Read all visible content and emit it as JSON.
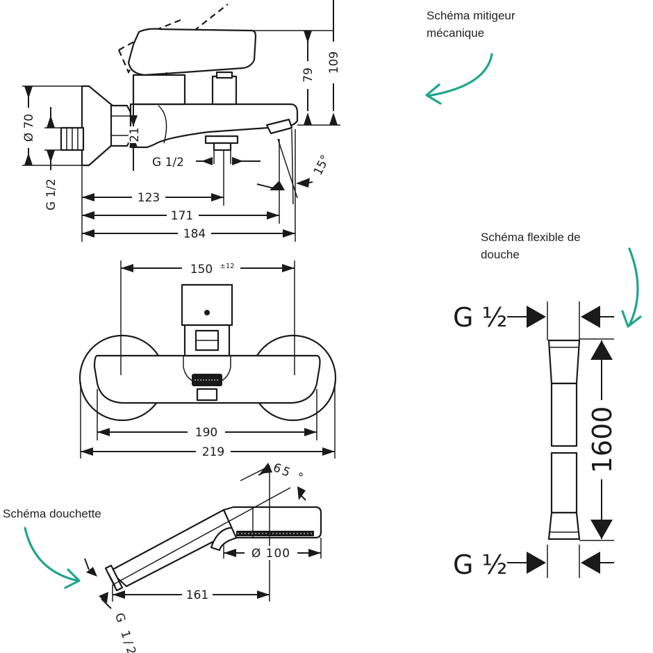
{
  "captions": {
    "mixer": [
      "Schéma mitigeur",
      "mécanique"
    ],
    "hose": [
      "Schéma flexible de",
      "douche"
    ],
    "handshower": "Schéma douchette"
  },
  "side_view": {
    "dim_109": "109",
    "dim_79": "79",
    "dim_21": "21",
    "dim_70": "Ø 70",
    "thread_left": "G 1/2",
    "thread_spout": "G 1/2",
    "angle": "15°",
    "dim_123": "123",
    "dim_171": "171",
    "dim_184": "184"
  },
  "front_view": {
    "dim_150": "150",
    "dim_150_tol": "±12",
    "dim_190": "190",
    "dim_219": "219"
  },
  "handshower": {
    "angle": "65 °",
    "dia": "Ø 100",
    "length": "161",
    "thread": "G 1/2"
  },
  "hose": {
    "thread_top": "G ½",
    "thread_bottom": "G ½",
    "length": "1600"
  },
  "colors": {
    "arrow": "#1ea58b",
    "lines": "#1a1a1a"
  }
}
